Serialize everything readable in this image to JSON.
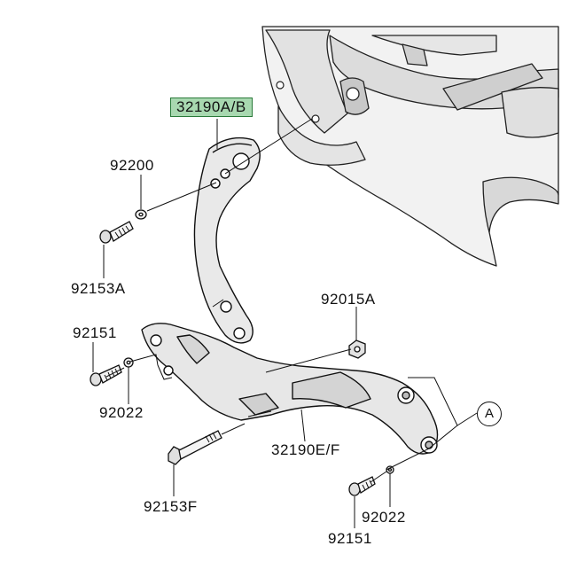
{
  "labels": {
    "bracket_highlighted": "32190A/B",
    "washer_top": "92200",
    "bolt_top": "92153A",
    "bolt_left": "92151",
    "washer_left": "92022",
    "nut": "92015A",
    "footrest_plate": "32190E/F",
    "long_bolt": "92153F",
    "washer_right": "92022",
    "bolt_right": "92151"
  },
  "callout": "A",
  "colors": {
    "highlight_fill": "#a8d8b0",
    "highlight_border": "#2a7a3a",
    "line": "#111111",
    "frame_shade": "#e8e8e8"
  }
}
